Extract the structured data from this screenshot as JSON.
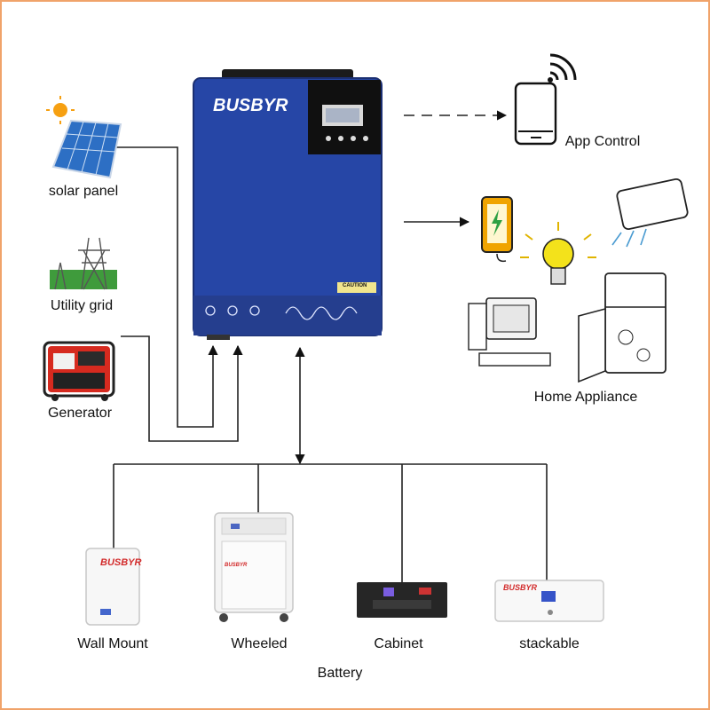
{
  "inverter": {
    "brand": "BUSBYR",
    "caution_label": "CAUTION"
  },
  "sources": {
    "solar": "solar panel",
    "grid": "Utility grid",
    "generator": "Generator"
  },
  "outputs": {
    "app": "App Control",
    "home": "Home Appliance"
  },
  "batteries": {
    "title": "Battery",
    "items": [
      "Wall Mount",
      "Wheeled",
      "Cabinet",
      "stackable"
    ],
    "brand_labels": [
      "BUSBYR",
      "BUSBYR",
      "BUSBYR"
    ]
  },
  "colors": {
    "inverter_blue": "#2646a6",
    "frame": "#f0a36a",
    "line": "#222222"
  }
}
